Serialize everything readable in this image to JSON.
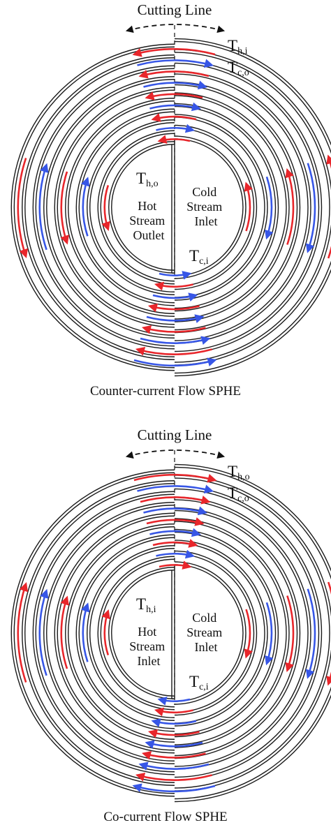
{
  "colors": {
    "hot": "#e8262b",
    "cold": "#3756e6",
    "wall": "#1a1a1a"
  },
  "panels": [
    {
      "id": "counter",
      "cutting_line": "Cutting Line",
      "caption": "Counter-current Flow SPHE",
      "outer_labels": [
        {
          "main": "T",
          "sub": "h,i"
        },
        {
          "main": "T",
          "sub": "c,o"
        }
      ],
      "inner_top_left": {
        "main": "T",
        "sub": "h,o"
      },
      "inner_bottom_right": {
        "main": "T",
        "sub": "c,i"
      },
      "left_text": [
        "Hot",
        "Stream",
        "Outlet"
      ],
      "right_text": [
        "Cold",
        "Stream",
        "Inlet"
      ],
      "top_arrows": [
        "left",
        "right",
        "left",
        "right",
        "left",
        "right",
        "left",
        "right",
        "left"
      ],
      "bottom_arrows": [
        "right",
        "left",
        "right",
        "left",
        "right",
        "left",
        "right",
        "left",
        "right"
      ],
      "left_arrows": [
        "down",
        "up",
        "down",
        "up",
        "down"
      ],
      "right_arrows": [
        "up",
        "down",
        "up",
        "down",
        "up"
      ]
    },
    {
      "id": "co",
      "cutting_line": "Cutting Line",
      "caption": "Co-current Flow SPHE",
      "outer_labels": [
        {
          "main": "T",
          "sub": "h,o"
        },
        {
          "main": "T",
          "sub": "c,o"
        }
      ],
      "inner_top_left": {
        "main": "T",
        "sub": "h,i"
      },
      "inner_bottom_right": {
        "main": "T",
        "sub": "c,i"
      },
      "left_text": [
        "Hot",
        "Stream",
        "Inlet"
      ],
      "right_text": [
        "Cold",
        "Stream",
        "Inlet"
      ],
      "top_arrows": [
        "right",
        "right",
        "right",
        "right",
        "right",
        "right",
        "right",
        "right",
        "right"
      ],
      "bottom_arrows": [
        "left",
        "left",
        "left",
        "left",
        "left",
        "left",
        "left",
        "left",
        "left"
      ],
      "left_arrows": [
        "up",
        "up",
        "up",
        "up",
        "up"
      ],
      "right_arrows": [
        "down",
        "down",
        "down",
        "down",
        "down"
      ]
    }
  ]
}
